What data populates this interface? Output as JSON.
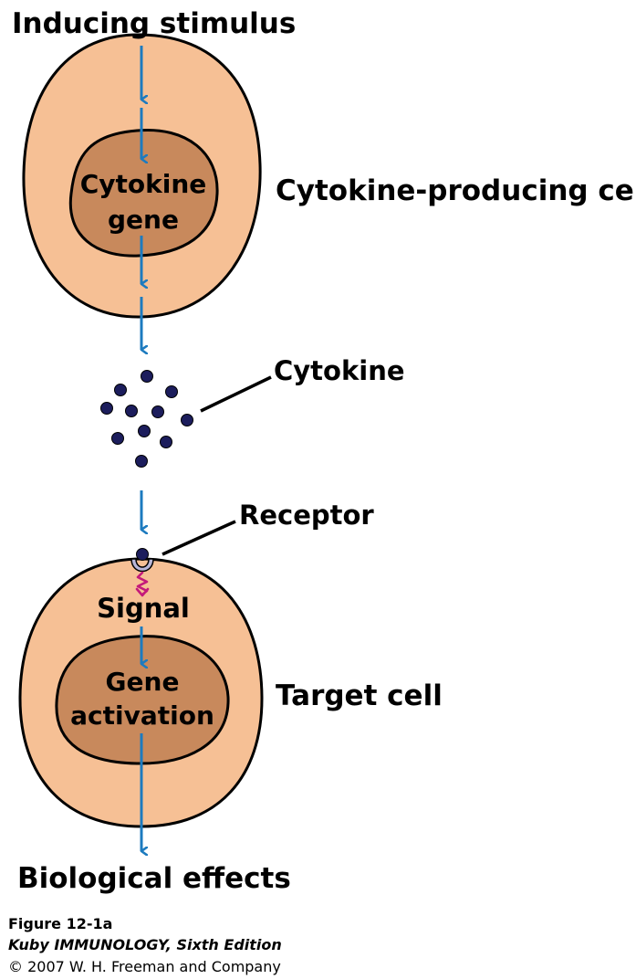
{
  "labels": {
    "inducing_stimulus": "Inducing stimulus",
    "cytokine_gene_line1": "Cytokine",
    "cytokine_gene_line2": "gene",
    "producing_cell": "Cytokine-producing cell",
    "cytokine": "Cytokine",
    "receptor": "Receptor",
    "signal": "Signal",
    "gene_activation_line1": "Gene",
    "gene_activation_line2": "activation",
    "target_cell": "Target cell",
    "biological_effects": "Biological effects"
  },
  "caption": {
    "figure": "Figure 12-1a",
    "book": "Kuby IMMUNOLOGY, Sixth Edition",
    "copyright": "© 2007 W. H. Freeman and Company"
  },
  "colors": {
    "cell": "#f6c095",
    "nucleus": "#c8895c",
    "arrow": "#1d7bbf",
    "cytokine_dot": "#1c1d5c",
    "receptor": "#b7b6d8",
    "signal_arrow": "#c4197a"
  }
}
